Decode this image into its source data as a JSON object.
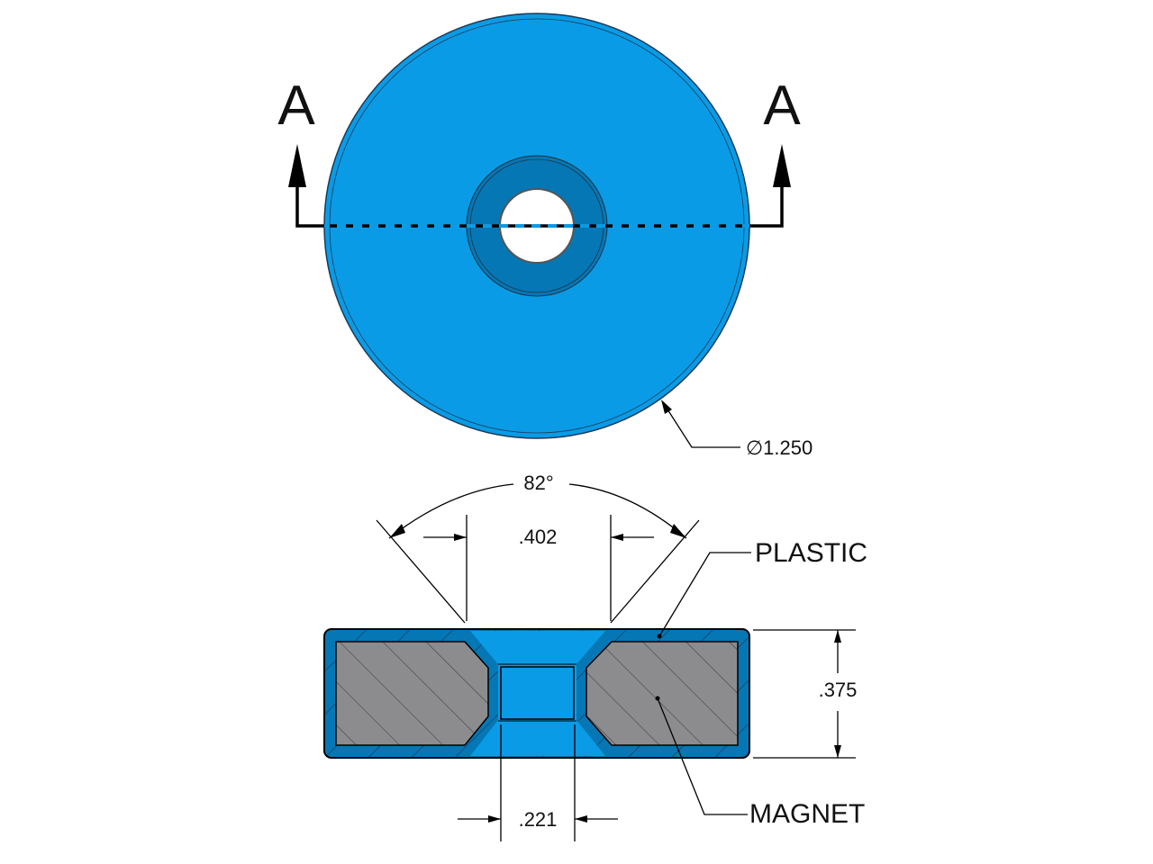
{
  "section_marks": {
    "left": "A",
    "right": "A"
  },
  "dimensions": {
    "diameter": "∅1.250",
    "angle": "82°",
    "counterbore": ".402",
    "height": ".375",
    "hole": ".221"
  },
  "callouts": {
    "plastic": "PLASTIC",
    "magnet": "MAGNET"
  },
  "colors": {
    "plastic_light": "#0A9BE6",
    "plastic_dark": "#0677B5",
    "magnet": "#8C8C8E"
  }
}
